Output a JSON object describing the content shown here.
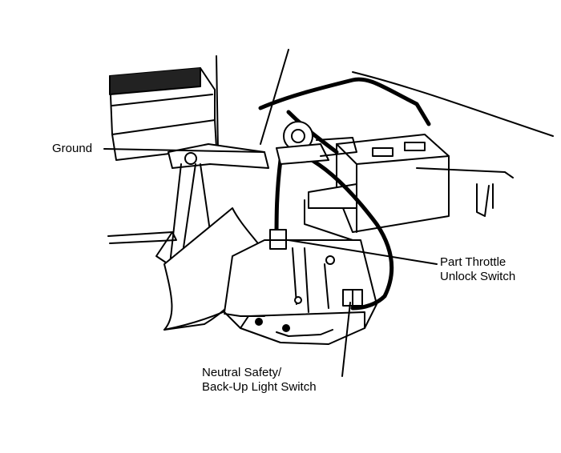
{
  "diagram": {
    "labels": {
      "ground": "Ground",
      "part_throttle_line1": "Part Throttle",
      "part_throttle_line2": "Unlock Switch",
      "neutral_safety_line1": "Neutral Safety/",
      "neutral_safety_line2": "Back-Up Light Switch"
    },
    "colors": {
      "ink": "#000000",
      "paper": "#ffffff"
    }
  }
}
